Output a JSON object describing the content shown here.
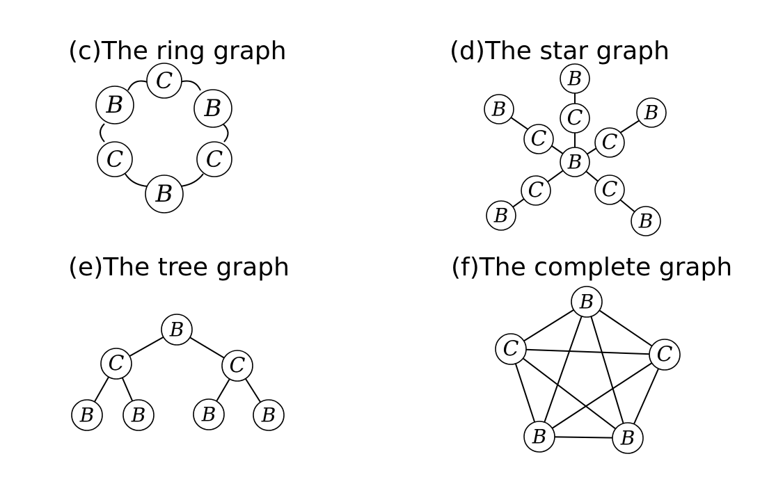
{
  "panels": {
    "ring": {
      "title": "(c)The ring graph",
      "nodes": [
        "C",
        "B",
        "C",
        "B",
        "C",
        "B"
      ]
    },
    "star": {
      "title": "(d)The star graph",
      "center": "B",
      "inner": [
        "C",
        "C",
        "C",
        "C",
        "C"
      ],
      "outer": [
        "B",
        "B",
        "B",
        "B",
        "B"
      ]
    },
    "tree": {
      "title": "(e)The tree graph",
      "root": "B",
      "level1": [
        "C",
        "C"
      ],
      "leaves": [
        "B",
        "B",
        "B",
        "B"
      ]
    },
    "complete": {
      "title": "(f)The complete graph",
      "nodes": [
        "B",
        "C",
        "B",
        "B",
        "C"
      ]
    }
  }
}
